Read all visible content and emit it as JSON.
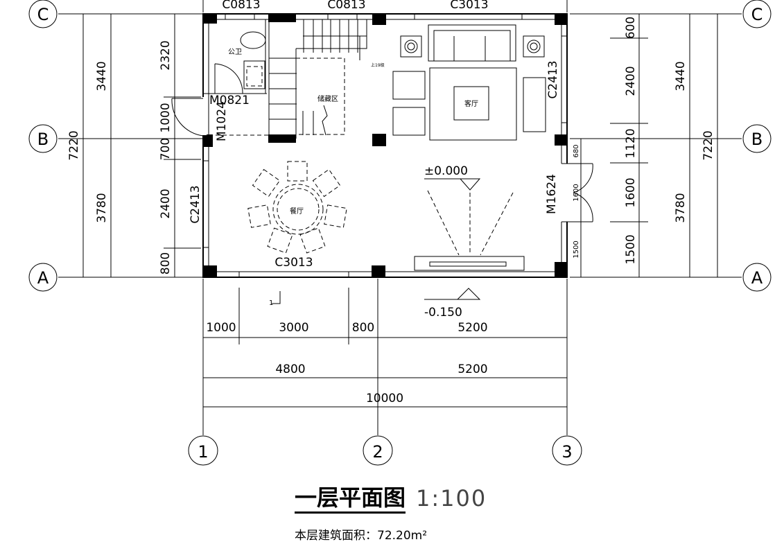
{
  "drawing": {
    "title": "一层平面图",
    "scale": "1:100",
    "area_label": "本层建筑面积：72.20m²",
    "axes_rows": [
      "C",
      "B",
      "A"
    ],
    "axes_cols": [
      "1",
      "2",
      "3"
    ],
    "rooms": {
      "toilet": "公卫",
      "storage": "储藏区",
      "living": "客厅",
      "dining": "餐厅",
      "stair_note": "上19级"
    },
    "windows": {
      "top1": "C0813",
      "top2": "C0813",
      "top3": "C3013",
      "right": "C2413",
      "left": "C2413",
      "bottom": "C3013"
    },
    "doors": {
      "toilet": "M0821",
      "side": "M1024",
      "entry": "M1624"
    },
    "levels": {
      "floor": "±0.000",
      "outside": "-0.150"
    },
    "section_mark": "1",
    "dims_left_inner": [
      "2320",
      "1000",
      "700",
      "2400",
      "800"
    ],
    "dims_left_mid": [
      "3440",
      "3780"
    ],
    "dims_left_total": "7220",
    "dims_right_inner": [
      "600",
      "2400",
      "1120",
      "1600",
      "1500"
    ],
    "dims_right_mid": [
      "3440",
      "3780"
    ],
    "dims_right_total": "7220",
    "dims_door_small": [
      "680",
      "1600",
      "1500"
    ],
    "dims_bottom_1": [
      "1000",
      "3000",
      "800",
      "5200"
    ],
    "dims_bottom_2": [
      "4800",
      "5200"
    ],
    "dims_bottom_total": "10000"
  }
}
